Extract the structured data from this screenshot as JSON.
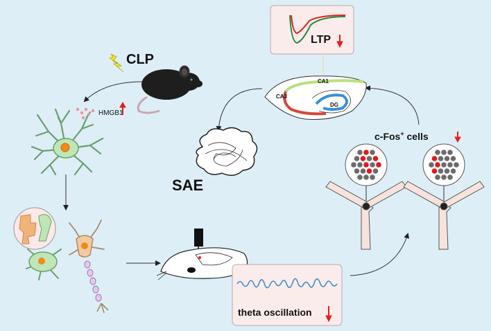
{
  "labels": {
    "clp": "CLP",
    "hmgb1": "HMGB1",
    "ltp": "LTP",
    "ca1": "CA1",
    "ca3": "CA3",
    "dg": "DG",
    "sae": "SAE",
    "cfos_prefix": "c-Fos",
    "cfos_sup": "+",
    "cfos_suffix": " cells",
    "theta": "theta oscillation"
  },
  "indicators": {
    "hmgb1": "up",
    "ltp": "down",
    "cfos": "down",
    "theta": "down"
  },
  "colors": {
    "background": "#ddeef7",
    "arrow_red": "#e0201c",
    "inset_bg": "#fbecec",
    "dot_red": "#e5171b",
    "dot_gray": "#6b6b6b",
    "ltp_red_trace": "#e0201c",
    "ltp_green_trace": "#1f8a3a",
    "ca1_green": "#b9e07a",
    "ca3_red": "#d6453b",
    "dg_blue": "#3a8fd6",
    "theta_wave": "#3c8fc8",
    "microglia_green": "#bfe6b6",
    "neuron_orange": "#f3c9a0"
  },
  "icons": [
    "lightning-icon",
    "mouse-icon",
    "microglia-icon",
    "neuron-icon",
    "brain-icon",
    "mouse-head-icon",
    "hippocampus-icon",
    "y-maze-icon"
  ]
}
